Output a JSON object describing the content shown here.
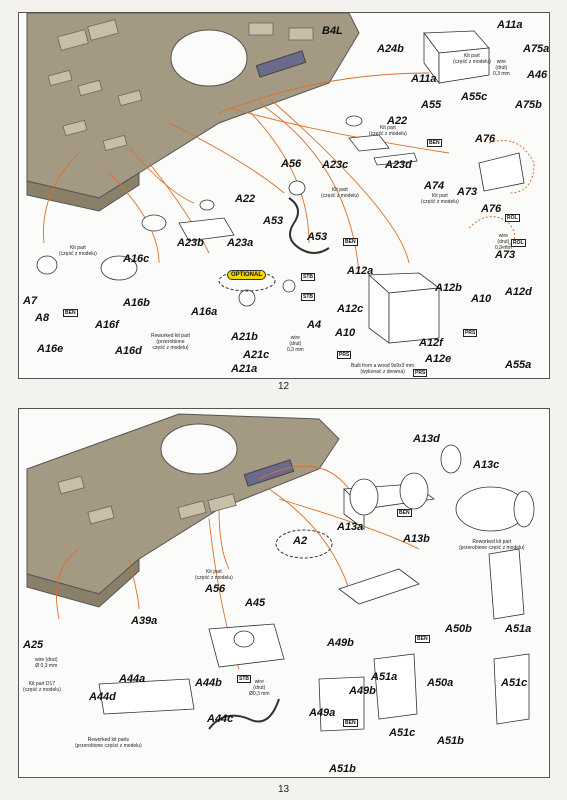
{
  "pages": {
    "top_number": "12",
    "bottom_number": "13"
  },
  "top_panel": {
    "labels": {
      "B4L": "B4L",
      "A24b": "A24b",
      "A11a_top": "A11a",
      "A75a": "A75a",
      "A46": "A46",
      "A11a": "A11a",
      "A55c": "A55c",
      "A55": "A55",
      "A75b": "A75b",
      "A22_top": "A22",
      "A23c": "A23c",
      "A23d": "A23d",
      "A76": "A76",
      "A74": "A74",
      "A73": "A73",
      "A56": "A56",
      "A22": "A22",
      "A23b": "A23b",
      "A23a": "A23a",
      "A53": "A53",
      "A53b": "A53",
      "A76b": "A76",
      "A73b": "A73",
      "A16c": "A16c",
      "A7": "A7",
      "A16b": "A16b",
      "A8": "A8",
      "A16f": "A16f",
      "A16a": "A16a",
      "A16e": "A16e",
      "A16d": "A16d",
      "A12a": "A12a",
      "A12c": "A12c",
      "A12b": "A12b",
      "A10": "A10",
      "A12d": "A12d",
      "A21b": "A21b",
      "A4": "A4",
      "A10b": "A10",
      "A21c": "A21c",
      "A21a": "A21a",
      "A12f": "A12f",
      "A12e": "A12e",
      "A55a": "A55a"
    },
    "notes": {
      "kit_part_a11a": "Kit part\n(część z modelu)",
      "wire_a75": "wire\n(drut)\n0,3 mm",
      "kit_part_a22": "Kit part\n(część z modelu)",
      "kit_part_a56": "Kit part\n(część z modelu)",
      "kit_part_a74": "Kit part\n(część z modelu)",
      "wire_a73": "wire\n(drut)\n0,3 mm",
      "kit_part_a7": "Kit part\n(część z modelu)",
      "reworked_a16d": "Reworked kit part\n(przerobione\nczęść z modelu)",
      "wire_a21": "wire\n(drut)\n0,3 mm",
      "built_from_wood": "Built from a wood 9x9x3 mm\n(wykonać z drewna)"
    },
    "tags": {
      "ben_a76": "BEN",
      "rol_a76": "ROL",
      "rol_a73": "ROL",
      "ben_a53": "BEN",
      "ben_a8": "BEN",
      "stb_1": "STB",
      "stb_2": "STB",
      "prs_1": "PRS",
      "prs_2": "PRS",
      "prs_3": "PRS"
    },
    "optional": "OPTIONAL"
  },
  "bottom_panel": {
    "labels": {
      "A13d": "A13d",
      "A13c": "A13c",
      "A13a": "A13a",
      "A13b": "A13b",
      "A2": "A2",
      "A56": "A56",
      "A39a": "A39a",
      "A45": "A45",
      "A50b": "A50b",
      "A51a": "A51a",
      "A49b": "A49b",
      "A25": "A25",
      "A44a": "A44a",
      "A44b": "A44b",
      "A51a_mid": "A51a",
      "A50a": "A50a",
      "A51c": "A51c",
      "A49b_mid": "A49b",
      "A44d": "A44d",
      "A44c": "A44c",
      "A49a": "A49a",
      "A51c_bot": "A51c",
      "A51b": "A51b",
      "A51b_bot": "A51b"
    },
    "notes": {
      "kit_part_a56": "Kit part\n(część z modelu)",
      "reworked_a13c": "Reworked kit part\n(przerobione część z modelu)",
      "wire_a25": "wire (drut)\nØ 0,3 mm",
      "kit_part_d17": "Kit part D17\n(część z modelu)",
      "wire_a44b": "wire\n(drut)\nØ0,3 mm",
      "reworked_a44d": "Reworked kit parts\n(przerobione części z modelu)"
    },
    "tags": {
      "stb": "STB",
      "ben_1": "BEN",
      "ben_2": "BEN",
      "ben_3": "BEN"
    }
  },
  "colors": {
    "hull": "#a49a84",
    "hull_dark": "#8a7f69",
    "line": "#d9702d",
    "optional_fill": "#f2d400"
  }
}
